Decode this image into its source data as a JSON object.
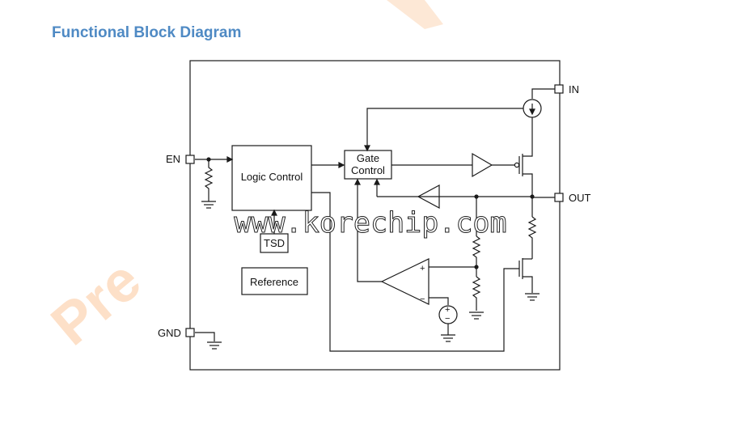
{
  "page": {
    "title": "Functional Block Diagram"
  },
  "diagram": {
    "pins": {
      "en": "EN",
      "in": "IN",
      "out": "OUT",
      "gnd": "GND"
    },
    "blocks": {
      "logic_control": "Logic Control",
      "gate_control_line1": "Gate",
      "gate_control_line2": "Control",
      "tsd": "TSD",
      "reference": "Reference"
    },
    "opamp_signs": {
      "plus": "+",
      "minus": "−"
    },
    "source_signs": {
      "plus": "+",
      "minus": "−"
    }
  },
  "watermarks": {
    "url_text": "www.korechip.com",
    "diagonal_text": "Pre"
  },
  "colors": {
    "title": "#4f8ac4",
    "line": "#1a1a1a",
    "watermark_diagonal": "#fde0c8"
  }
}
